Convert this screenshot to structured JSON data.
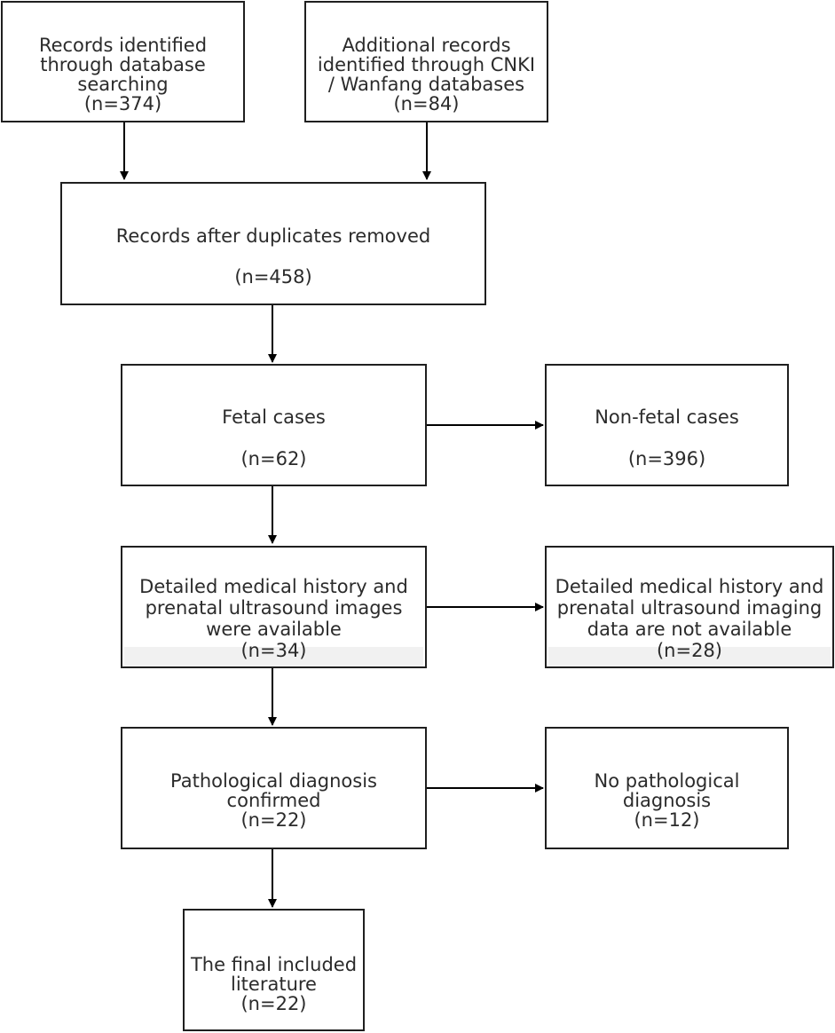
{
  "boxes": {
    "database": {
      "lines": [
        "Records identified",
        "through database",
        "searching",
        "(n=374)"
      ]
    },
    "additional": {
      "lines": [
        "Additional records",
        "identified through CNKI",
        "/ Wanfang databases",
        "(n=84)"
      ]
    },
    "deduplicated": {
      "lines": [
        "Records after duplicates removed",
        "(n=458)"
      ]
    },
    "fetal": {
      "lines": [
        "Fetal cases",
        "(n=62)"
      ]
    },
    "non_fetal": {
      "lines": [
        "Non-fetal cases",
        "(n=396)"
      ]
    },
    "history_available": {
      "lines": [
        "Detailed medical history and",
        "prenatal ultrasound images",
        "were available",
        "(n=34)"
      ]
    },
    "history_unavailable": {
      "lines": [
        "Detailed medical history and",
        "prenatal ultrasound imaging",
        "data are not available",
        "(n=28)"
      ]
    },
    "pathology_confirmed": {
      "lines": [
        "Pathological diagnosis",
        "confirmed",
        "(n=22)"
      ]
    },
    "no_pathology": {
      "lines": [
        "No pathological",
        "diagnosis",
        "(n=12)"
      ]
    },
    "final": {
      "lines": [
        "The final included",
        "literature",
        "(n=22)"
      ]
    }
  },
  "colors": {
    "border": "#1f1f1f",
    "text": "#2b2b2b",
    "arrow": "#000000"
  }
}
